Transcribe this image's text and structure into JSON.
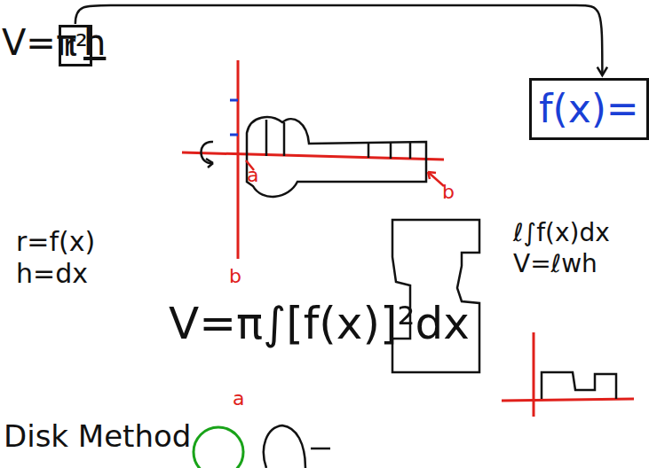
{
  "diagram": {
    "nodes": [
      {
        "text": [
          "r²"
        ]
      },
      {
        "text": [
          "f(x)="
        ]
      }
    ],
    "edges": [
      {
        "from": 0,
        "to": 1,
        "arrow": "to"
      }
    ],
    "labels": [
      "V=π",
      "h",
      "r=f(x)",
      "h=dx",
      "a",
      "b",
      "b",
      "V=π∫[f(x)]²dx",
      "a",
      "ℓ∫f(x)dx",
      "V=ℓwh",
      "Disk Method"
    ]
  }
}
